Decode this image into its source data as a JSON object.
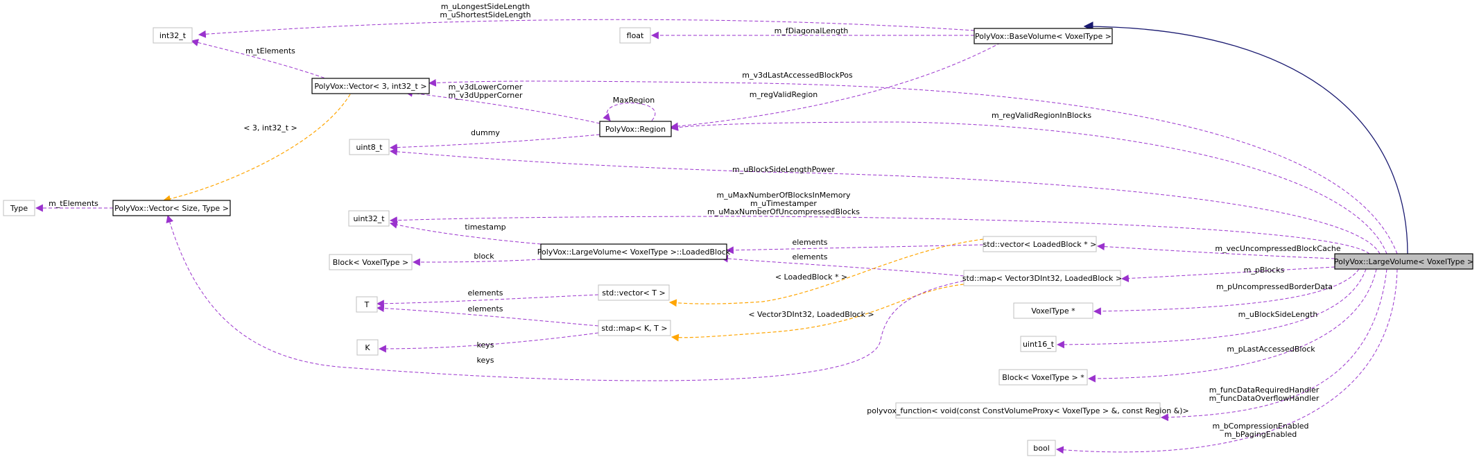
{
  "colors": {
    "member_edge": "#9a32cd",
    "template_edge": "#ffa500",
    "inheritance_edge": "#191970",
    "focus_fill": "#bfbfbf"
  },
  "nodes": {
    "large_volume": "PolyVox::LargeVolume< VoxelType >",
    "base_volume": "PolyVox::BaseVolume< VoxelType >",
    "vector_3_int32": "PolyVox::Vector< 3, int32_t >",
    "vector_size_type": "PolyVox::Vector< Size, Type >",
    "region": "PolyVox::Region",
    "loaded_block": "PolyVox::LargeVolume< VoxelType >::LoadedBlock",
    "int32": "int32_t",
    "float": "float",
    "uint8": "uint8_t",
    "type": "Type",
    "uint32": "uint32_t",
    "block": "Block< VoxelType >",
    "std_vector_t": "std::vector< T >",
    "t": "T",
    "std_map_kt": "std::map< K, T >",
    "k": "K",
    "std_vector_loaded": "std::vector< LoadedBlock * >",
    "std_map_loaded": "std::map< Vector3DInt32, LoadedBlock >",
    "voxeltype_ptr": "VoxelType *",
    "uint16": "uint16_t",
    "block_ptr": "Block< VoxelType > *",
    "polyvox_function": "polyvox_function< void(const ConstVolumeProxy< VoxelType > &, const Region &)>",
    "bool": "bool"
  },
  "edge_labels": {
    "longest_side": "m_uLongestSideLength",
    "shortest_side": "m_uShortestSideLength",
    "diagonal": "m_fDiagonalLength",
    "t_elements_int32": "m_tElements",
    "last_accessed_pos": "m_v3dLastAccessedBlockPos",
    "lower_corner": "m_v3dLowerCorner",
    "upper_corner": "m_v3dUpperCorner",
    "valid_region": "m_regValidRegion",
    "max_region": "MaxRegion",
    "valid_region_blocks": "m_regValidRegionInBlocks",
    "template_3_int32": "< 3, int32_t >",
    "dummy": "dummy",
    "side_length_power": "m_uBlockSideLengthPower",
    "t_elements_type": "m_tElements",
    "max_blocks_memory": "m_uMaxNumberOfBlocksInMemory",
    "timestamper": "m_uTimestamper",
    "max_uncompressed": "m_uMaxNumberOfUncompressedBlocks",
    "timestamp": "timestamp",
    "elements_vector_loaded": "elements",
    "elements_map_loaded": "elements",
    "block": "block",
    "uncompressed_cache": "m_vecUncompressedBlockCache",
    "template_loaded_ptr": "< LoadedBlock * >",
    "p_blocks": "m_pBlocks",
    "elements_vector_t": "elements",
    "elements_map_t": "elements",
    "uncompressed_border": "m_pUncompressedBorderData",
    "template_vector3d": "< Vector3DInt32, LoadedBlock >",
    "keys_k": "keys",
    "keys_vector": "keys",
    "block_side_length": "m_uBlockSideLength",
    "last_accessed_block": "m_pLastAccessedBlock",
    "data_required": "m_funcDataRequiredHandler",
    "data_overflow": "m_funcDataOverflowHandler",
    "compression_enabled": "m_bCompressionEnabled",
    "paging_enabled": "m_bPagingEnabled"
  }
}
